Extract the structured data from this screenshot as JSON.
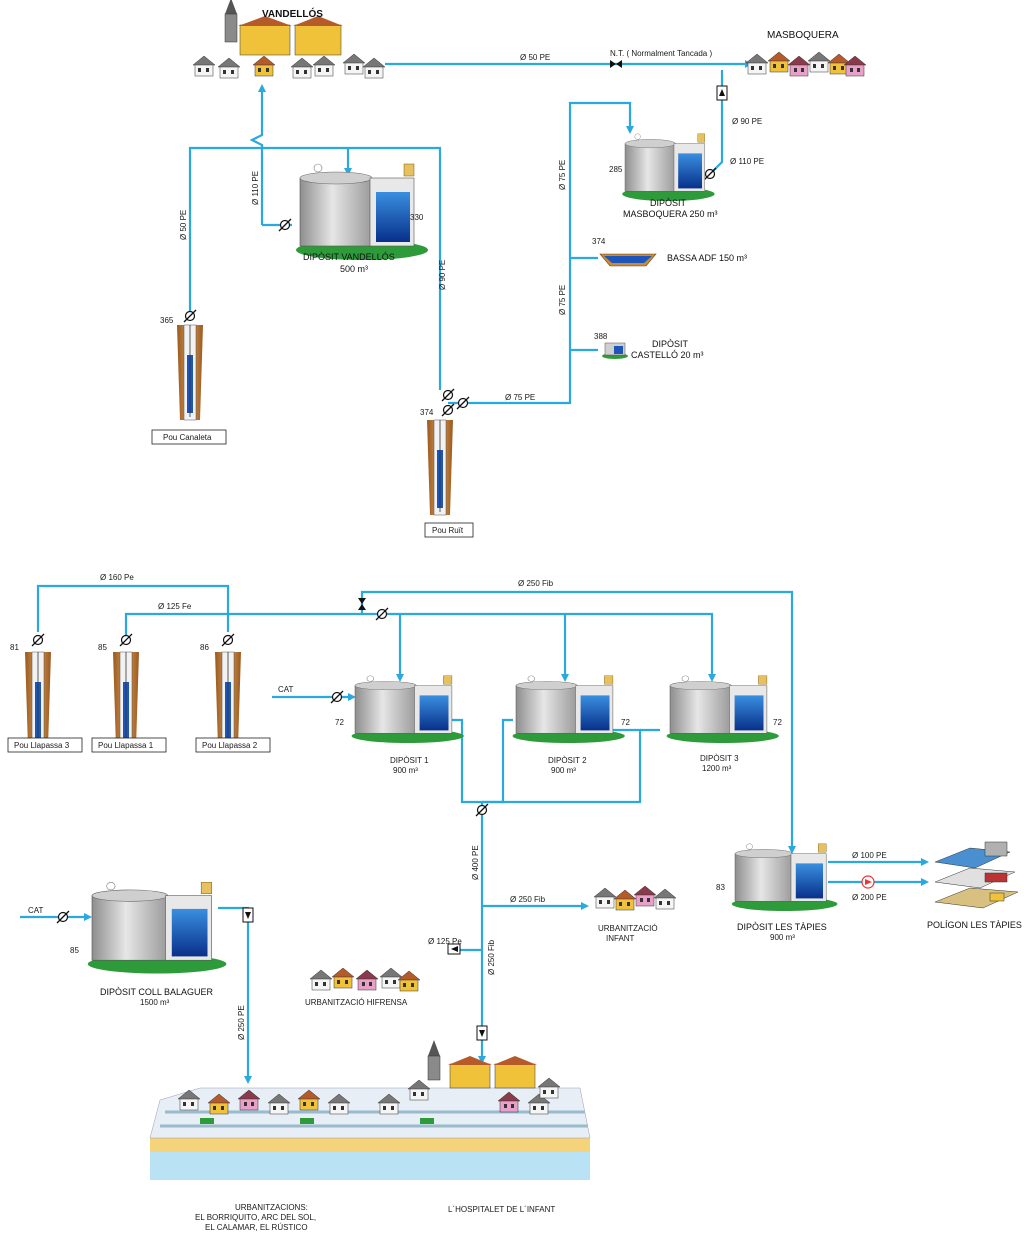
{
  "places": {
    "vandellos": "VANDELLÓS",
    "masboquera": "MASBOQUERA",
    "hospitalet": "L´HOSPITALET DE L´INFANT",
    "urb_infant_1": "URBANITZACIÓ",
    "urb_infant_2": "INFANT",
    "urb_hifrensa": "URBANITZACIÓ HIFRENSA",
    "poligon": "POLÍGON LES TÀPIES",
    "urbs_1": "URBANITZACIONS:",
    "urbs_2": "EL BORRIQUITO, ARC DEL SOL,",
    "urbs_3": "EL CALAMAR, EL RÚSTICO"
  },
  "tanks": {
    "vandellos_1": "DIPÒSIT VANDELLÓS",
    "vandellos_2": "500 m³",
    "masboquera_1": "DIPÒSIT",
    "masboquera_2": "MASBOQUERA 250 m³",
    "bassa": "BASSA ADF 150 m³",
    "castello_1": "DIPÒSIT",
    "castello_2": "CASTELLÓ 20 m³",
    "d1_1": "DIPÒSIT 1",
    "d1_2": "900 m³",
    "d2_1": "DIPÒSIT 2",
    "d2_2": "900 m³",
    "d3_1": "DIPÒSIT 3",
    "d3_2": "1200 m³",
    "tapies_1": "DIPÒSIT LES TÀPIES",
    "tapies_2": "900 m³",
    "coll_1": "DIPÒSIT COLL BALAGUER",
    "coll_2": "1500 m³"
  },
  "wells": {
    "canaleta": "Pou Canaleta",
    "ruit": "Pou Ruït",
    "llapassa3": "Pou Llapassa 3",
    "llapassa1": "Pou Llapassa 1",
    "llapassa2": "Pou Llapassa 2"
  },
  "elevations": {
    "e365": "365",
    "e374a": "374",
    "e374b": "374",
    "e330": "330",
    "e285": "285",
    "e388": "388",
    "e81": "81",
    "e85a": "85",
    "e86": "86",
    "e72a": "72",
    "e72b": "72",
    "e72c": "72",
    "e83": "83",
    "e85b": "85"
  },
  "pipes": {
    "p50_top": "Ø 50 PE",
    "nt": "N.T. ( Normalment Tancada )",
    "p90_masb": "Ø 90 PE",
    "p110_masb": "Ø 110 PE",
    "p75_v1": "Ø 75 PE",
    "p75_v2": "Ø 75 PE",
    "p75_h": "Ø 75 PE",
    "p110_vand": "Ø 110 PE",
    "p50_can": "Ø 50 PE",
    "p90_ruit": "Ø 90 PE",
    "p160": "Ø 160 Pe",
    "p125fe": "Ø 125 Fe",
    "p250fib_top": "Ø 250 Fib",
    "p400": "Ø 400 PE",
    "p250fib_infant": "Ø 250 Fib",
    "p250fib_v": "Ø 250 Fib",
    "p125pe": "Ø 125 Pe",
    "p250pe": "Ø 250 PE",
    "p100": "Ø 100 PE",
    "p200": "Ø 200 PE"
  },
  "sources": {
    "cat1": "CAT",
    "cat2": "CAT"
  },
  "colors": {
    "pipe": "#2aa8e0",
    "water": "#0a4fb5",
    "ground": "#2e9b3a",
    "tank": "#a9a9a9",
    "soil": "#b9773a"
  }
}
